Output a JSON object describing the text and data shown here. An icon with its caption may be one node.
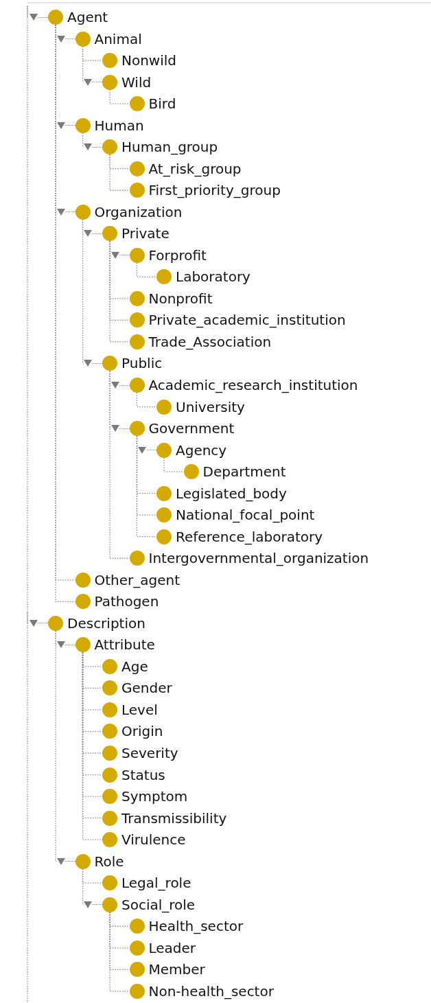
{
  "diagram": {
    "nodes": [
      {
        "text": [
          "Agent"
        ]
      },
      {
        "text": [
          "Animal"
        ]
      },
      {
        "text": [
          "Nonwild"
        ]
      },
      {
        "text": [
          "Wild"
        ]
      },
      {
        "text": [
          "Bird"
        ]
      },
      {
        "text": [
          "Human"
        ]
      },
      {
        "text": [
          "Human_group"
        ]
      },
      {
        "text": [
          "At_risk_group"
        ]
      },
      {
        "text": [
          "First_priority_group"
        ]
      },
      {
        "text": [
          "Organization"
        ]
      },
      {
        "text": [
          "Private"
        ]
      },
      {
        "text": [
          "Forprofit"
        ]
      },
      {
        "text": [
          "Laboratory"
        ]
      },
      {
        "text": [
          "Nonprofit"
        ]
      },
      {
        "text": [
          "Private_academic_institution"
        ]
      },
      {
        "text": [
          "Trade_Association"
        ]
      },
      {
        "text": [
          "Public"
        ]
      },
      {
        "text": [
          "Academic_research_institution"
        ]
      },
      {
        "text": [
          "University"
        ]
      },
      {
        "text": [
          "Government"
        ]
      },
      {
        "text": [
          "Agency"
        ]
      },
      {
        "text": [
          "Department"
        ]
      },
      {
        "text": [
          "Legislated_body"
        ]
      },
      {
        "text": [
          "National_focal_point"
        ]
      },
      {
        "text": [
          "Reference_laboratory"
        ]
      },
      {
        "text": [
          "Intergovernmental_organization"
        ]
      },
      {
        "text": [
          "Other_agent"
        ]
      },
      {
        "text": [
          "Pathogen"
        ]
      },
      {
        "text": [
          "Description"
        ]
      },
      {
        "text": [
          "Attribute"
        ]
      },
      {
        "text": [
          "Age"
        ]
      },
      {
        "text": [
          "Gender"
        ]
      },
      {
        "text": [
          "Level"
        ]
      },
      {
        "text": [
          "Origin"
        ]
      },
      {
        "text": [
          "Severity"
        ]
      },
      {
        "text": [
          "Status"
        ]
      },
      {
        "text": [
          "Symptom"
        ]
      },
      {
        "text": [
          "Transmissibility"
        ]
      },
      {
        "text": [
          "Virulence"
        ]
      },
      {
        "text": [
          "Role"
        ]
      },
      {
        "text": [
          "Legal_role"
        ]
      },
      {
        "text": [
          "Social_role"
        ]
      },
      {
        "text": [
          "Health_sector"
        ]
      },
      {
        "text": [
          "Leader"
        ]
      },
      {
        "text": [
          "Member"
        ]
      },
      {
        "text": [
          "Non-health_sector"
        ]
      }
    ],
    "edges": [
      {
        "from": null,
        "to": 0,
        "arrow": "none"
      },
      {
        "from": 0,
        "to": 1,
        "arrow": "none"
      },
      {
        "from": 1,
        "to": 2,
        "arrow": "none"
      },
      {
        "from": 1,
        "to": 3,
        "arrow": "none"
      },
      {
        "from": 3,
        "to": 4,
        "arrow": "none"
      },
      {
        "from": 0,
        "to": 5,
        "arrow": "none"
      },
      {
        "from": 5,
        "to": 6,
        "arrow": "none"
      },
      {
        "from": 6,
        "to": 7,
        "arrow": "none"
      },
      {
        "from": 6,
        "to": 8,
        "arrow": "none"
      },
      {
        "from": 0,
        "to": 9,
        "arrow": "none"
      },
      {
        "from": 9,
        "to": 10,
        "arrow": "none"
      },
      {
        "from": 10,
        "to": 11,
        "arrow": "none"
      },
      {
        "from": 11,
        "to": 12,
        "arrow": "none"
      },
      {
        "from": 10,
        "to": 13,
        "arrow": "none"
      },
      {
        "from": 10,
        "to": 14,
        "arrow": "none"
      },
      {
        "from": 10,
        "to": 15,
        "arrow": "none"
      },
      {
        "from": 9,
        "to": 16,
        "arrow": "none"
      },
      {
        "from": 16,
        "to": 17,
        "arrow": "none"
      },
      {
        "from": 17,
        "to": 18,
        "arrow": "none"
      },
      {
        "from": 16,
        "to": 19,
        "arrow": "none"
      },
      {
        "from": 19,
        "to": 20,
        "arrow": "none"
      },
      {
        "from": 20,
        "to": 21,
        "arrow": "none"
      },
      {
        "from": 19,
        "to": 22,
        "arrow": "none"
      },
      {
        "from": 19,
        "to": 23,
        "arrow": "none"
      },
      {
        "from": 19,
        "to": 24,
        "arrow": "none"
      },
      {
        "from": 16,
        "to": 25,
        "arrow": "none"
      },
      {
        "from": 0,
        "to": 26,
        "arrow": "none"
      },
      {
        "from": 0,
        "to": 27,
        "arrow": "none"
      },
      {
        "from": null,
        "to": 28,
        "arrow": "none"
      },
      {
        "from": 28,
        "to": 29,
        "arrow": "none"
      },
      {
        "from": 29,
        "to": 30,
        "arrow": "none"
      },
      {
        "from": 29,
        "to": 31,
        "arrow": "none"
      },
      {
        "from": 29,
        "to": 32,
        "arrow": "none"
      },
      {
        "from": 29,
        "to": 33,
        "arrow": "none"
      },
      {
        "from": 29,
        "to": 34,
        "arrow": "none"
      },
      {
        "from": 29,
        "to": 35,
        "arrow": "none"
      },
      {
        "from": 29,
        "to": 36,
        "arrow": "none"
      },
      {
        "from": 29,
        "to": 37,
        "arrow": "none"
      },
      {
        "from": 29,
        "to": 38,
        "arrow": "none"
      },
      {
        "from": 28,
        "to": 39,
        "arrow": "none"
      },
      {
        "from": 39,
        "to": 40,
        "arrow": "none"
      },
      {
        "from": 39,
        "to": 41,
        "arrow": "none"
      },
      {
        "from": 41,
        "to": 42,
        "arrow": "none"
      },
      {
        "from": 41,
        "to": 43,
        "arrow": "none"
      },
      {
        "from": 41,
        "to": 44,
        "arrow": "none"
      },
      {
        "from": 41,
        "to": 45,
        "arrow": "none"
      }
    ]
  }
}
